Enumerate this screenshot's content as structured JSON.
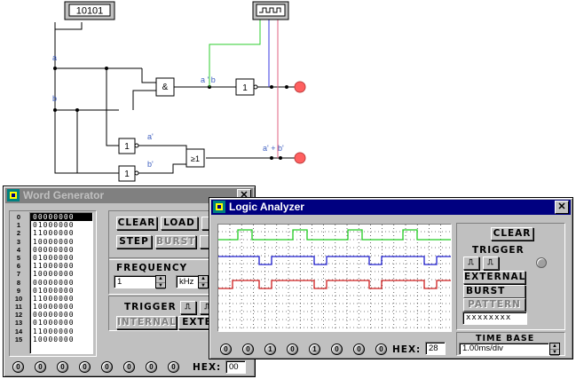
{
  "circuit": {
    "word_gen_display": "10101",
    "input_a": "a",
    "input_b": "b",
    "and_gate_symbol": "&",
    "not_gate_1": "1",
    "not_gate_2": "1",
    "not_gate_3": "1",
    "or_gate_symbol": "≥1",
    "node_label_ab": "a ' b",
    "node_label_a_not": "a'",
    "node_label_b_not": "b'",
    "node_label_apbp": "a' + b'",
    "wire_colors": {
      "green": "#2ecc2e",
      "blue": "#3a3ae0",
      "red": "#e06080"
    },
    "probe_color": "#ff6060"
  },
  "word_generator": {
    "title": "Word Generator",
    "indices": [
      "0",
      "1",
      "2",
      "3",
      "4",
      "5",
      "6",
      "7",
      "8",
      "9",
      "10",
      "11",
      "12",
      "13",
      "14",
      "15"
    ],
    "words": [
      "00000000",
      "01000000",
      "11000000",
      "10000000",
      "00000000",
      "01000000",
      "11000000",
      "10000000",
      "00000000",
      "01000000",
      "11000000",
      "10000000",
      "00000000",
      "01000000",
      "11000000",
      "10000000"
    ],
    "selected_index": 0,
    "buttons": {
      "clear": "CLEAR",
      "load": "LOAD",
      "save": "S",
      "step": "STEP",
      "burst": "BURST",
      "cycle": "C"
    },
    "frequency_label": "FREQUENCY",
    "frequency_value": "1",
    "frequency_unit": "kHz",
    "trigger_label": "TRIGGER",
    "internal_label": "INTERNAL",
    "external_label": "EXTE",
    "pins": [
      "0",
      "0",
      "0",
      "0",
      "0",
      "0",
      "0",
      "0"
    ],
    "hex_label": "HEX:",
    "hex_value": "00"
  },
  "logic_analyzer": {
    "title": "Logic Analyzer",
    "clear_label": "CLEAR",
    "trigger_label": "TRIGGER",
    "external_label": "EXTERNAL",
    "burst_label": "BURST",
    "pattern_label": "PATTERN",
    "pattern_value": "xxxxxxxx",
    "time_base_label": "TIME BASE",
    "time_base_value": "1.00ms/div",
    "pins": [
      "0",
      "0",
      "1",
      "0",
      "1",
      "0",
      "0",
      "0"
    ],
    "hex_label": "HEX:",
    "hex_value": "28",
    "traces": [
      {
        "color": "#22cc22"
      },
      {
        "color": "#2020d0"
      },
      {
        "color": "#d02020"
      }
    ]
  }
}
